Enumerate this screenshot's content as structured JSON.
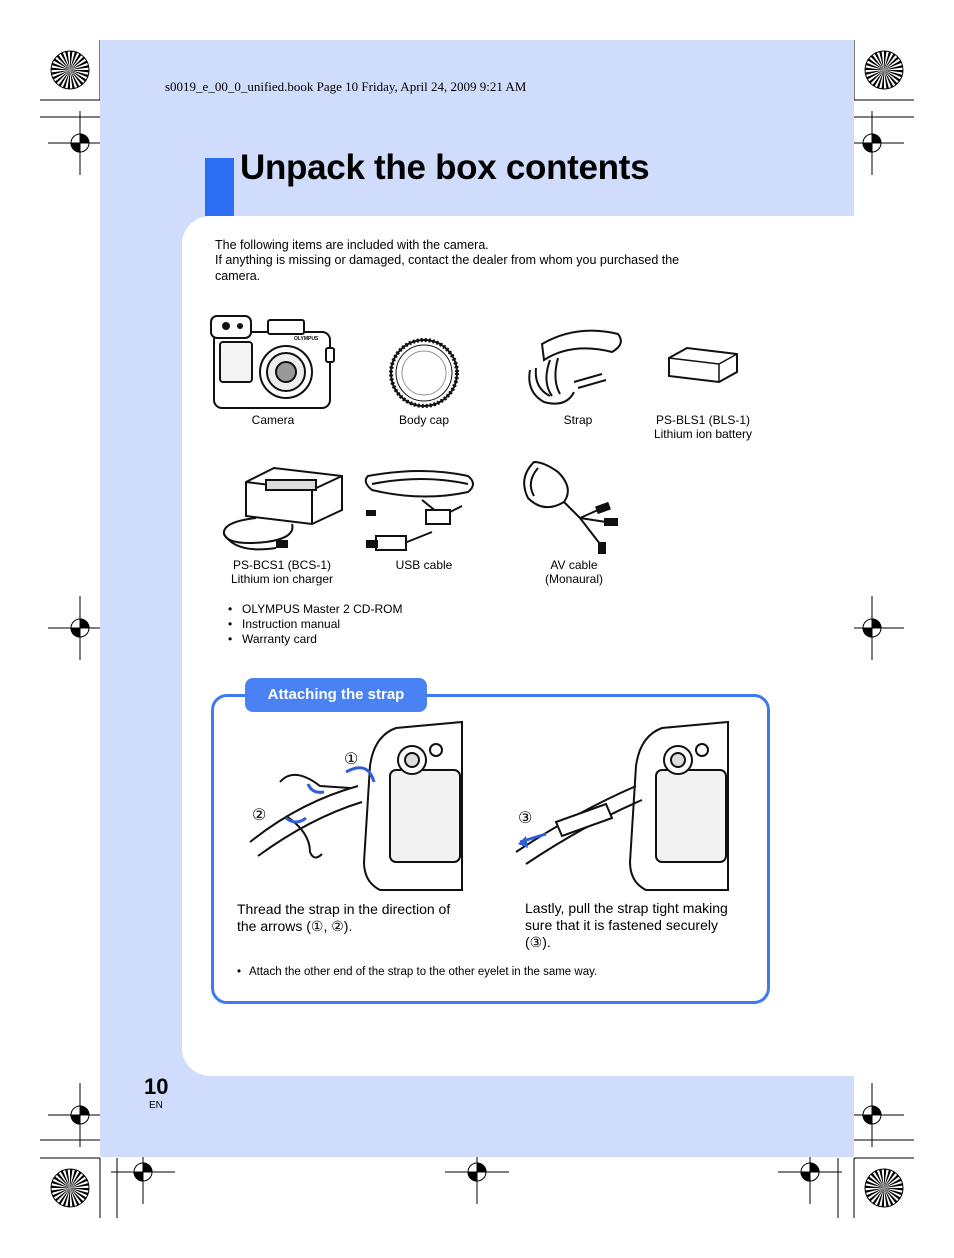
{
  "header": {
    "file_info": "s0019_e_00_0_unified.book  Page 10  Friday, April 24, 2009  9:21 AM"
  },
  "title": "Unpack the box contents",
  "intro": {
    "line1": "The following items are included with the camera.",
    "line2": "If anything is missing or damaged, contact the dealer from whom you purchased the camera."
  },
  "items": {
    "camera": "Camera",
    "body_cap": "Body cap",
    "strap": "Strap",
    "battery_line1": "PS-BLS1 (BLS-1)",
    "battery_line2": "Lithium ion battery",
    "charger_line1": "PS-BCS1 (BCS-1)",
    "charger_line2": "Lithium ion charger",
    "usb_cable": "USB cable",
    "av_line1": "AV cable",
    "av_line2": "(Monaural)",
    "camera_brand": "OLYMPUS"
  },
  "extras": [
    "OLYMPUS Master 2 CD-ROM",
    "Instruction manual",
    "Warranty card"
  ],
  "strap_section": {
    "tab_label": "Attaching the strap",
    "step1_text": "Thread the strap in the direction of the arrows (①, ②).",
    "step2_text": "Lastly, pull the strap tight making sure that it is fastened securely (③).",
    "marker1": "①",
    "marker2": "②",
    "marker3": "③",
    "note": "Attach the other end of the strap to the other eyelet in the same way."
  },
  "footer": {
    "page_number": "10",
    "language": "EN"
  },
  "colors": {
    "band": "#cfdcfb",
    "accent": "#2e6ef5",
    "box_border": "#3f7af3",
    "tab": "#4b82f3"
  }
}
